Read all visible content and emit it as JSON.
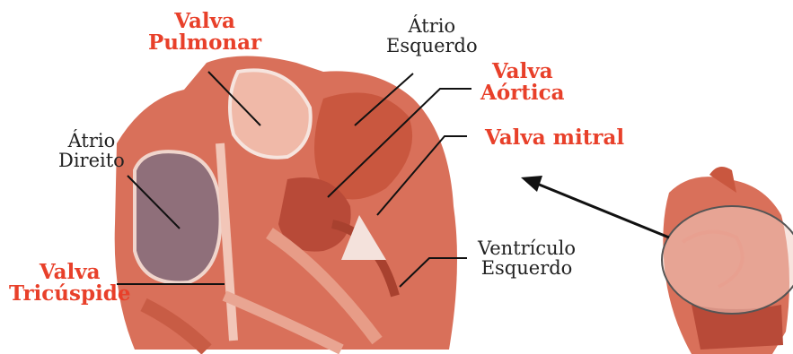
{
  "labels": {
    "valva_pulmonar": [
      "Valva",
      "Pulmonar"
    ],
    "atrio_esquerdo": [
      "Átrio",
      "Esquerdo"
    ],
    "valva_aortica": [
      "Valva",
      "Aórtica"
    ],
    "valva_mitral": "Valva mitral",
    "atrio_direito": [
      "Átrio",
      "Direito"
    ],
    "valva_tricuspide": [
      "Valva",
      "Tricúspide"
    ],
    "ventriculo_esquerdo": [
      "Ventrículo",
      "Esquerdo"
    ]
  },
  "colors": {
    "valve_label": "#e8402a",
    "chamber_label": "#222222",
    "muscle": "#d9705a",
    "muscle_dark": "#b84a38",
    "muscle_light": "#f0b9a8",
    "chamber_purple": "#8f6f7a"
  }
}
